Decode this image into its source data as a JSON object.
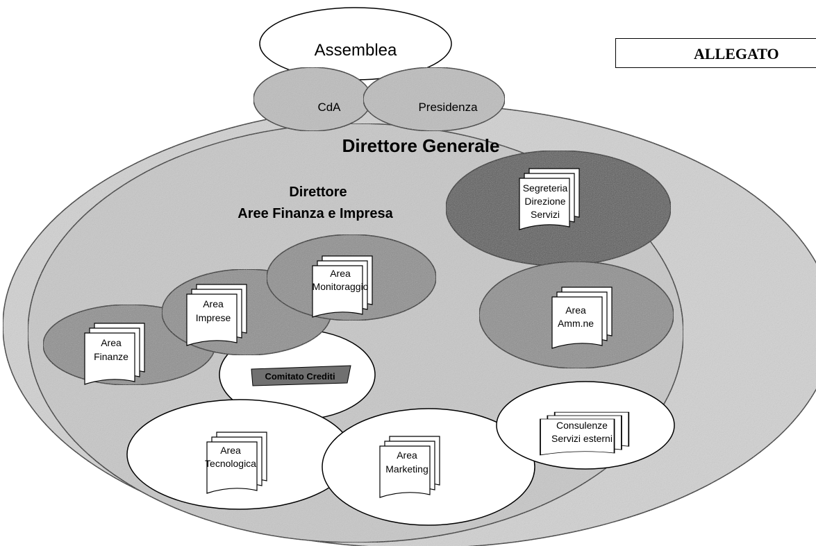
{
  "header": {
    "assemblea": "Assemblea",
    "cda": "CdA",
    "presidenza": "Presidenza",
    "allegato": "ALLEGATO"
  },
  "direttore_generale": "Direttore Generale",
  "direttore_area": {
    "line1": "Direttore",
    "line2": "Aree Finanza e Impresa"
  },
  "units": {
    "segreteria": [
      "Segreteria",
      "Direzione",
      "Servizi"
    ],
    "monitoraggio": [
      "Area",
      "Monitoraggio"
    ],
    "imprese": [
      "Area",
      "Imprese"
    ],
    "finanze": [
      "Area",
      "Finanze"
    ],
    "amministrazione": [
      "Area",
      "Amm.ne"
    ],
    "comitato": "Comitato Crediti",
    "tecnologica": [
      "Area",
      "Tecnologica"
    ],
    "marketing": [
      "Area",
      "Marketing"
    ],
    "consulenze": [
      "Consulenze",
      "Servizi esterni"
    ]
  },
  "colors": {
    "outer_fill": "#d2d2d2",
    "light_fill": "#bdbdbd",
    "medium_fill": "#8f8f8f",
    "dark_fill": "#5a5a5a",
    "white_fill": "#ffffff",
    "comitato_fill": "#707070"
  }
}
